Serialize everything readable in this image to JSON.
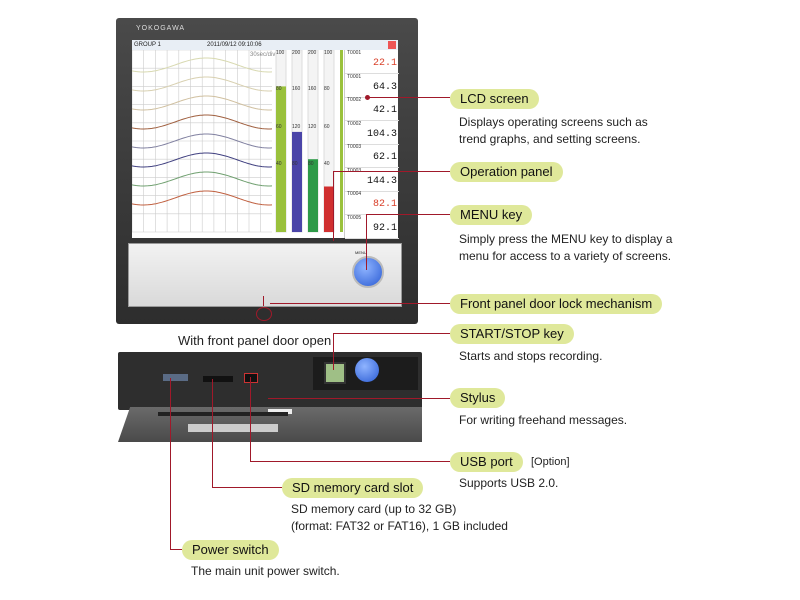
{
  "device": {
    "brand": "YOKOGAWA",
    "menu_label": "MENU",
    "screen": {
      "group": "GROUP 1",
      "datetime": "2011/09/12 09:10:06",
      "timescale": "30sec/div",
      "scale_top": [
        "100",
        "200",
        "200",
        "100"
      ],
      "scale_80": [
        "80",
        "160",
        "160",
        "80"
      ],
      "scale_60": [
        "60",
        "120",
        "120",
        "60"
      ],
      "scale_40": [
        "40",
        "80",
        "80",
        "40"
      ],
      "channels": [
        {
          "tag": "T0001",
          "value": "22.1",
          "color": "#d9402a"
        },
        {
          "tag": "T0001",
          "value": "64.3",
          "color": "#111"
        },
        {
          "tag": "T0002",
          "value": "42.1",
          "color": "#111"
        },
        {
          "tag": "T0002",
          "value": "104.3",
          "color": "#111"
        },
        {
          "tag": "T0003",
          "value": "62.1",
          "color": "#111"
        },
        {
          "tag": "T0003",
          "value": "144.3",
          "color": "#111"
        },
        {
          "tag": "T0004",
          "value": "82.1",
          "color": "#d9402a"
        },
        {
          "tag": "T0005",
          "value": "92.1",
          "color": "#111"
        }
      ],
      "bar_levels": [
        0.8,
        0.55,
        0.4,
        0.25
      ]
    }
  },
  "caption_door_open": "With front panel door open",
  "callouts": {
    "lcd": {
      "label": "LCD screen",
      "desc": [
        "Displays operating screens such as",
        "trend graphs, and setting screens."
      ]
    },
    "operation": {
      "label": "Operation panel"
    },
    "menu": {
      "label": "MENU key",
      "desc": [
        "Simply press the MENU key to display a",
        "menu for access to a variety of screens."
      ]
    },
    "lock": {
      "label": "Front panel door lock mechanism"
    },
    "startstop": {
      "label": "START/STOP key",
      "desc": [
        "Starts and stops recording."
      ]
    },
    "stylus": {
      "label": "Stylus",
      "desc": [
        "For writing freehand messages."
      ]
    },
    "usb": {
      "label": "USB port",
      "note": "[Option]",
      "desc": [
        "Supports USB 2.0."
      ]
    },
    "sd": {
      "label": "SD memory card slot",
      "desc": [
        "SD memory card (up to 32 GB)",
        "(format: FAT32 or FAT16), 1 GB included"
      ]
    },
    "power": {
      "label": "Power switch",
      "desc": [
        "The main unit power switch."
      ]
    }
  },
  "colors": {
    "pill": "#dfe89a",
    "leader": "#a0192a"
  }
}
